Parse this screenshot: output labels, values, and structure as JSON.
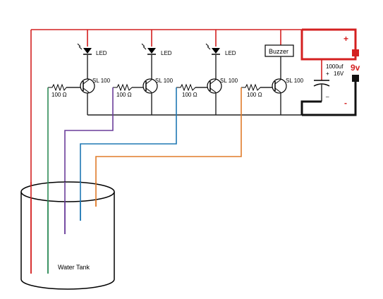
{
  "labels": {
    "led": "LED",
    "transistor": "SL 100",
    "resistor": "100 Ω",
    "buzzer": "Buzzer",
    "capacitor_value": "1000uf",
    "capacitor_voltage": "16V",
    "cap_plus": "+",
    "cap_minus": "_",
    "battery": "9v",
    "battery_plus": "+",
    "battery_minus": "-",
    "tank": "Water Tank"
  },
  "colors": {
    "supply_wire": "#d42020",
    "ground_wire": "#222222",
    "probe_common": "#d42020",
    "probe_1": "#2e8b57",
    "probe_2": "#6a3d9a",
    "probe_3": "#1f78b4",
    "probe_4": "#e07b2a"
  }
}
